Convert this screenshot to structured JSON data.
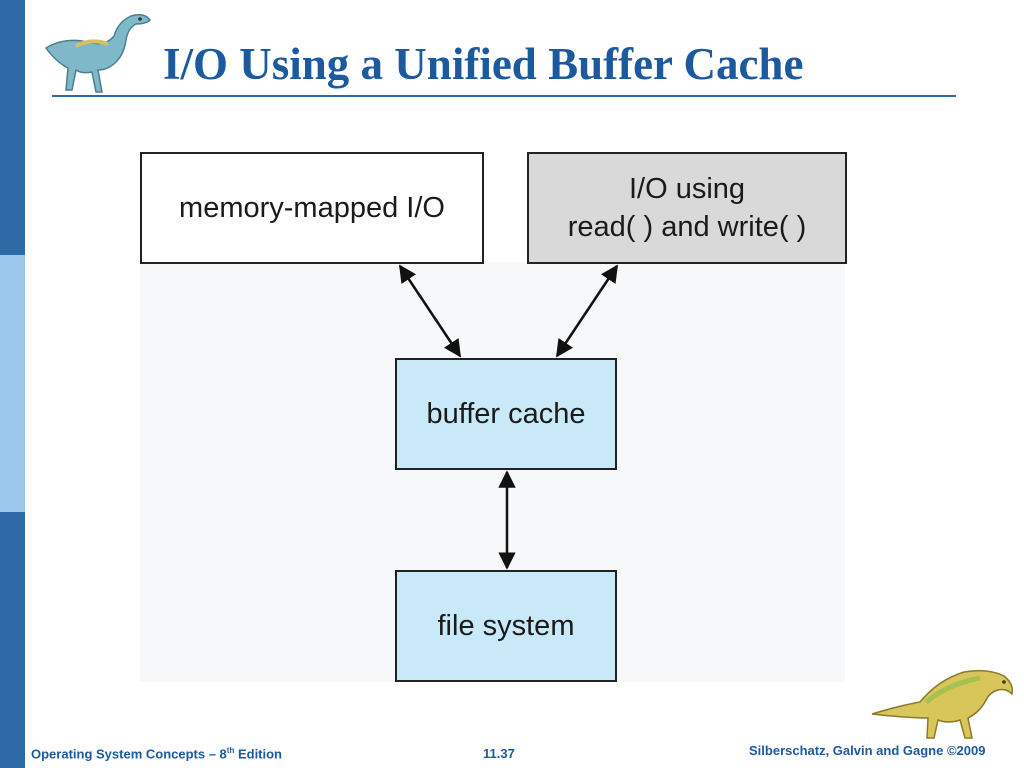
{
  "slide": {
    "title": "I/O Using a Unified Buffer Cache"
  },
  "diagram": {
    "memory_mapped_box": "memory-mapped I/O",
    "rw_box_line1": "I/O using",
    "rw_box_line2": "read( ) and write( )",
    "buffer_cache_box": "buffer cache",
    "file_system_box": "file system"
  },
  "footer": {
    "book_prefix": "Operating System Concepts – 8",
    "book_sup": "th",
    "book_suffix": " Edition",
    "slide_number": "11.37",
    "copyright": "Silberschatz, Galvin and Gagne ©2009"
  },
  "colors": {
    "accent_blue": "#1c5aa0",
    "sidebar_dark": "#2e6aa6",
    "sidebar_light": "#9cc8ee",
    "box_light_blue": "#c9e9f8",
    "box_gray": "#d9d9d9"
  },
  "icons": {
    "top_left": "dinosaur-logo-icon",
    "bottom_right": "dinosaur-mascot-icon"
  }
}
